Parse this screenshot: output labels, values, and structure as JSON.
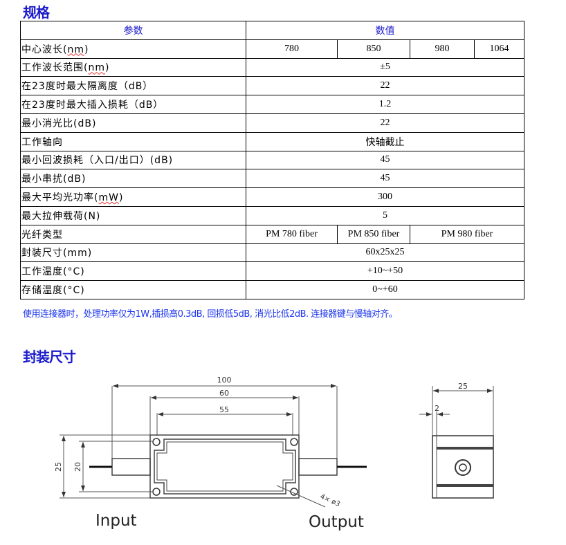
{
  "spec_heading": "规格",
  "table": {
    "header": {
      "param": "参数",
      "value": "数值"
    },
    "rows": [
      {
        "param": "中心波长(nm)",
        "values": [
          "780",
          "850",
          "980",
          "1064"
        ]
      },
      {
        "param": "工作波长范围(nm)",
        "value": "±5"
      },
      {
        "param": "在23度时最大隔离度（dB）",
        "value": "22"
      },
      {
        "param": "在23度时最大插入损耗（dB）",
        "value": "1.2"
      },
      {
        "param": "最小消光比(dB)",
        "value": "22"
      },
      {
        "param": "工作轴向",
        "value": "快轴截止"
      },
      {
        "param": "最小回波损耗（入口/出口）(dB)",
        "value": "45"
      },
      {
        "param": "最小串扰(dB)",
        "value": "45"
      },
      {
        "param": "最大平均光功率(mW)",
        "value": "300"
      },
      {
        "param": "最大拉伸载荷(N)",
        "value": "5"
      },
      {
        "param": "光纤类型",
        "values": [
          "PM 780 fiber",
          "PM 850 fiber",
          "PM 980 fiber"
        ]
      },
      {
        "param": "封装尺寸(mm)",
        "value": "60x25x25"
      },
      {
        "param": "工作温度(°C)",
        "value": "+10~+50"
      },
      {
        "param": "存储温度(°C)",
        "value": "0~+60"
      }
    ]
  },
  "note": "使用连接器时，处理功率仅为1W,插损高0.3dB, 回损低5dB, 消光比低2dB. 连接器键与慢轴对齐。",
  "package_heading": "封装尺寸",
  "drawing": {
    "dim_100": "100",
    "dim_60": "60",
    "dim_55": "55",
    "dim_25": "25",
    "dim_20": "20",
    "holes": "4× ø3",
    "input": "Input",
    "output": "Output",
    "side_25": "25",
    "side_2": "2"
  }
}
